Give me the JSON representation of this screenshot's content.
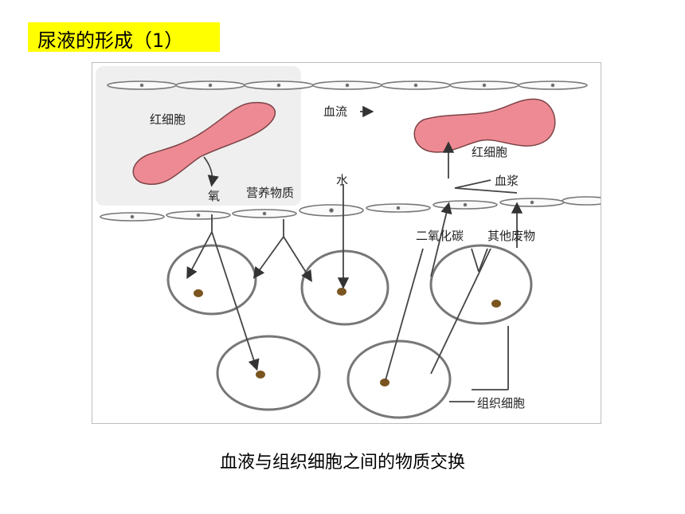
{
  "title": "尿液的形成（1）",
  "caption": "血液与组织细胞之间的物质交换",
  "diagram": {
    "labels": {
      "rbc_left": "红细胞",
      "rbc_right": "红细胞",
      "blood_flow": "血流",
      "plasma": "血浆",
      "oxygen": "氧",
      "nutrients": "营养物质",
      "water": "水",
      "co2": "二氧化碳",
      "other_waste": "其他废物",
      "tissue_cells": "组织细胞"
    },
    "colors": {
      "highlight": "#ffff00",
      "red_blood_cell": "#ee8a93",
      "nucleus": "#7a5520"
    }
  }
}
